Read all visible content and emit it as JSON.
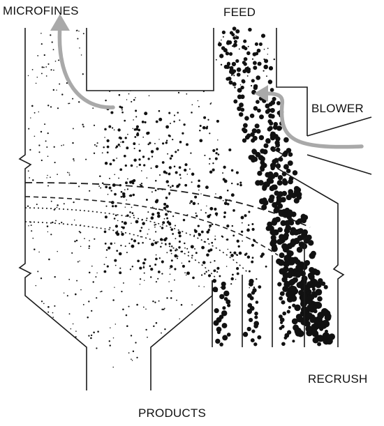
{
  "labels": {
    "microfines": "MICROFINES",
    "feed": "FEED",
    "blower": "BLOWER",
    "recrush": "RECRUSH",
    "products": "PRODUCTS"
  },
  "colors": {
    "outline": "#1a1a1a",
    "airflow_arrow": "#a9a9a9",
    "particles": "#111111"
  },
  "icons": {
    "microfines_flow": "curved-up-arrow",
    "blower_flow": "curved-left-arrow"
  }
}
